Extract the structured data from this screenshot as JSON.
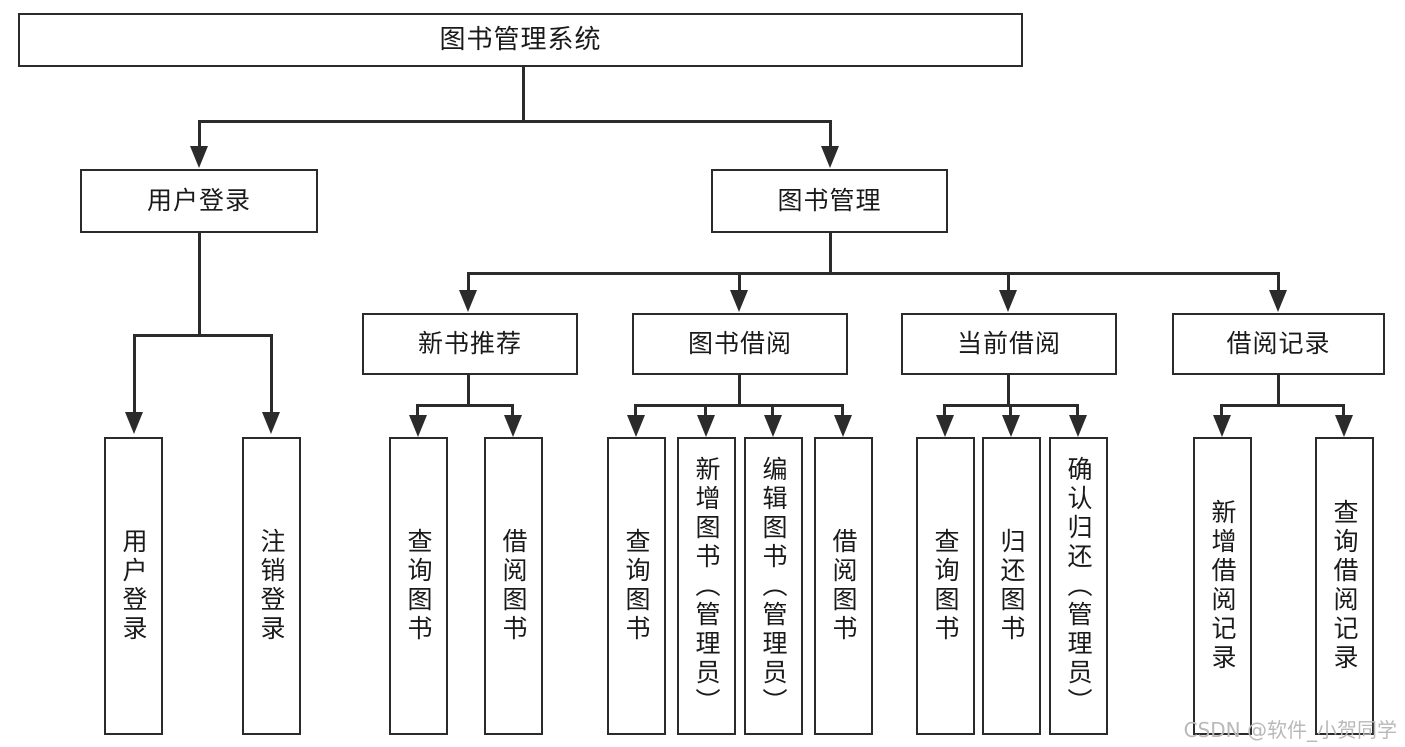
{
  "diagram": {
    "type": "tree-hierarchy",
    "title": "图书管理系统",
    "watermark": "CSDN @软件_小贺同学",
    "colors": {
      "border": "#2b2b2b",
      "background": "#ffffff",
      "text": "#1a1a1a",
      "watermark": "#b9b9b9"
    },
    "root": {
      "label": "图书管理系统",
      "children": [
        {
          "label": "用户登录",
          "children": [
            {
              "label": "用户登录"
            },
            {
              "label": "注销登录"
            }
          ]
        },
        {
          "label": "图书管理",
          "children": [
            {
              "label": "新书推荐",
              "children": [
                {
                  "label": "查询图书"
                },
                {
                  "label": "借阅图书"
                }
              ]
            },
            {
              "label": "图书借阅",
              "children": [
                {
                  "label": "查询图书"
                },
                {
                  "label": "新增图书（管理员）"
                },
                {
                  "label": "编辑图书（管理员）"
                },
                {
                  "label": "借阅图书"
                }
              ]
            },
            {
              "label": "当前借阅",
              "children": [
                {
                  "label": "查询图书"
                },
                {
                  "label": "归还图书"
                },
                {
                  "label": "确认归还（管理员）"
                }
              ]
            },
            {
              "label": "借阅记录",
              "children": [
                {
                  "label": "新增借阅记录"
                },
                {
                  "label": "查询借阅记录"
                }
              ]
            }
          ]
        }
      ]
    },
    "nodes": {
      "root": "图书管理系统",
      "user_login": "用户登录",
      "book_manage": "图书管理",
      "new_book_rec": "新书推荐",
      "book_borrow": "图书借阅",
      "current_borrow": "当前借阅",
      "borrow_record": "借阅记录",
      "leaf_user_login": "用户登录",
      "leaf_logout": "注销登录",
      "leaf_query_book_1": "查询图书",
      "leaf_borrow_book_1": "借阅图书",
      "leaf_query_book_2": "查询图书",
      "leaf_add_book": "新增图书（管理员）",
      "leaf_edit_book": "编辑图书（管理员）",
      "leaf_borrow_book_2": "借阅图书",
      "leaf_query_book_3": "查询图书",
      "leaf_return_book": "归还图书",
      "leaf_confirm_return": "确认归还（管理员）",
      "leaf_add_record": "新增借阅记录",
      "leaf_query_record": "查询借阅记录"
    }
  }
}
